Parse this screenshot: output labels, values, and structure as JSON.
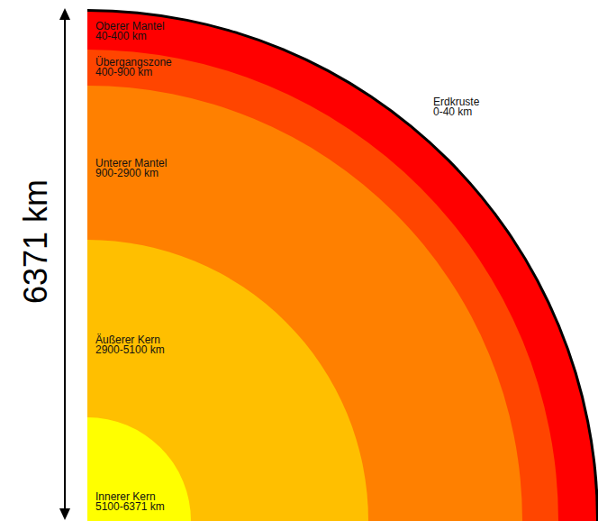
{
  "diagram": {
    "nodes": [
      {
        "text": [
          "Erdkruste",
          "0-40 km"
        ]
      },
      {
        "text": [
          "Oberer Mantel",
          "40-400 km"
        ]
      },
      {
        "text": [
          "Übergangszone",
          "400-900 km"
        ]
      },
      {
        "text": [
          "Unterer Mantel",
          "900-2900 km"
        ]
      },
      {
        "text": [
          "Äußerer Kern",
          "2900-5100 km"
        ]
      },
      {
        "text": [
          "Innerer Kern",
          "5100-6371 km"
        ]
      }
    ],
    "labels": [
      "6371 km"
    ]
  }
}
